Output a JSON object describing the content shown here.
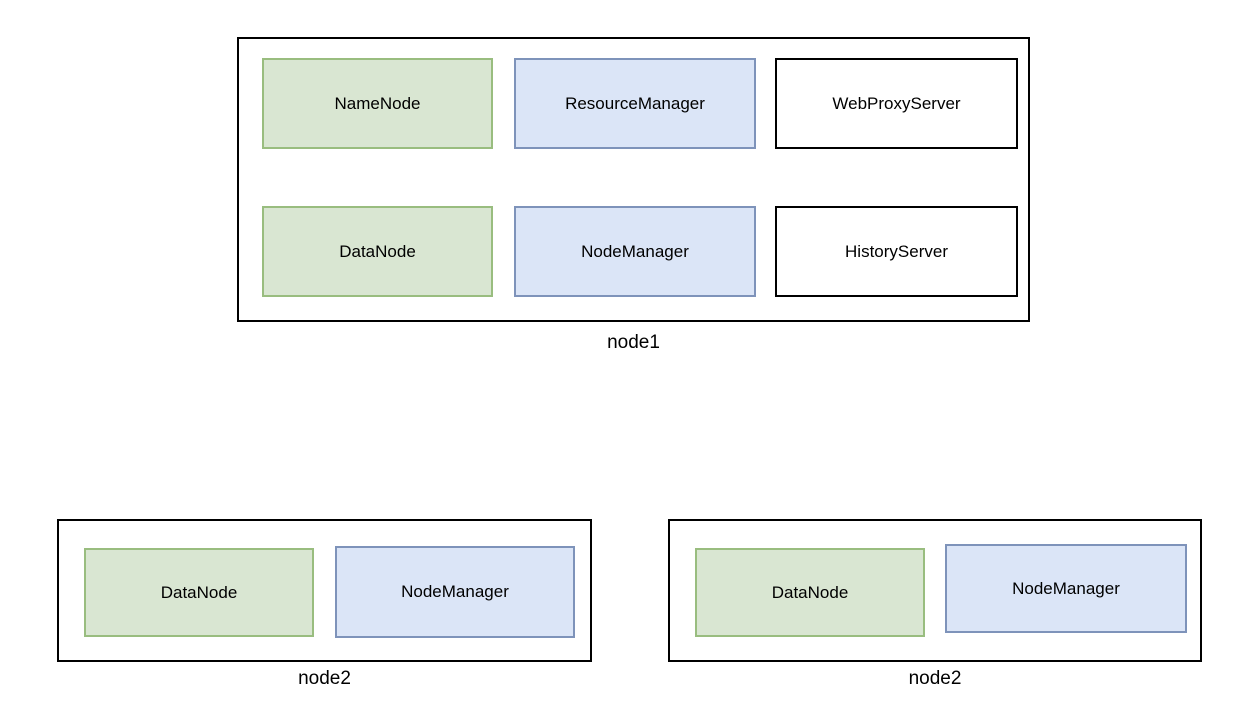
{
  "diagram": {
    "description": "Hadoop cluster process placement diagram with three machine boxes",
    "colors": {
      "hdfs_green_fill": "#d9e6d2",
      "hdfs_green_border": "#99bd7f",
      "yarn_blue_fill": "#dbe5f7",
      "yarn_blue_border": "#7e93ba",
      "plain_white_fill": "#ffffff",
      "outline_black": "#000000"
    },
    "groups": [
      {
        "label": "node1",
        "boxes": [
          {
            "name": "NameNode",
            "color": "green"
          },
          {
            "name": "ResourceManager",
            "color": "blue"
          },
          {
            "name": "WebProxyServer",
            "color": "white"
          },
          {
            "name": "DataNode",
            "color": "green"
          },
          {
            "name": "NodeManager",
            "color": "blue"
          },
          {
            "name": "HistoryServer",
            "color": "white"
          }
        ]
      },
      {
        "label": "node2",
        "boxes": [
          {
            "name": "DataNode",
            "color": "green"
          },
          {
            "name": "NodeManager",
            "color": "blue"
          }
        ]
      },
      {
        "label": "node2",
        "boxes": [
          {
            "name": "DataNode",
            "color": "green"
          },
          {
            "name": "NodeManager",
            "color": "blue"
          }
        ]
      }
    ]
  }
}
